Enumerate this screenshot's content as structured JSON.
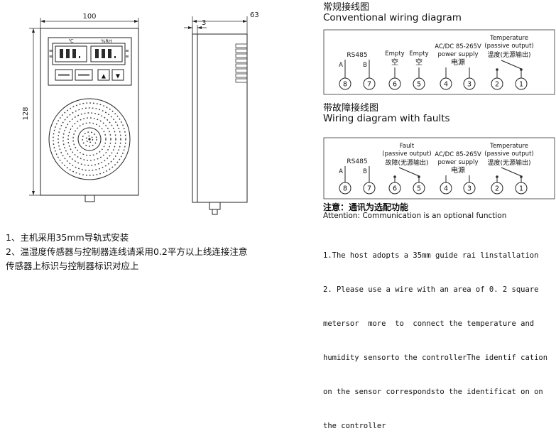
{
  "drawings": {
    "front_view": {
      "dim_width": "100",
      "dim_height": "128",
      "unit_celsius": "℃",
      "unit_rh": "%RH",
      "btn_up": "▲",
      "btn_down": "▼"
    },
    "side_view": {
      "dim_depth": "63",
      "dim_lip": "3"
    }
  },
  "wiring_conventional": {
    "title_zh": "常规接线图",
    "title_en": "Conventional wiring diagram",
    "rs485": {
      "label": "RS485",
      "a": "A",
      "b": "B"
    },
    "empty1": {
      "en": "Empty",
      "zh": "空"
    },
    "empty2": {
      "en": "Empty",
      "zh": "空"
    },
    "power": {
      "line1": "AC/DC 85-265V",
      "line2": "power supply",
      "line3": "电源"
    },
    "temperature": {
      "line1": "Temperature",
      "line2": "(passive output)",
      "line3": "温度(无源输出)"
    },
    "terminals": [
      "8",
      "7",
      "6",
      "5",
      "4",
      "3",
      "2",
      "1"
    ]
  },
  "wiring_faults": {
    "title_zh": "带故障接线图",
    "title_en": "Wiring diagram with faults",
    "rs485": {
      "label": "RS485",
      "a": "A",
      "b": "B"
    },
    "fault": {
      "line1": "Fault",
      "line2": "(passive output)",
      "line3": "故障(无源输出)"
    },
    "power": {
      "line1": "AC/DC 85-265V",
      "line2": "power supply",
      "line3": "电源"
    },
    "temperature": {
      "line1": "Temperature",
      "line2": "(passive output)",
      "line3": "温度(无源输出)"
    },
    "terminals": [
      "8",
      "7",
      "6",
      "5",
      "4",
      "3",
      "2",
      "1"
    ]
  },
  "attention": {
    "zh": "注意：通讯为选配功能",
    "en": "Attention: Communication is an optional function"
  },
  "notes_zh": {
    "line1": "1、主机采用35mm导轨式安装",
    "line2": "2、温湿度传感器与控制器连线请采用0.2平方以上线连接注意",
    "line3": "传感器上标识与控制器标识对应上"
  },
  "notes_en": {
    "line1": "1.The host adopts a 35mm guide rai linstallation",
    "line2": "2. Please use a wire with an area of 0. 2 square",
    "line3": "metersor  more  to  connect the temperature and",
    "line4": "humidity sensorto the controllerThe identif cation",
    "line5": "on the sensor correspondsto the identificat on on",
    "line6": "the controller"
  }
}
